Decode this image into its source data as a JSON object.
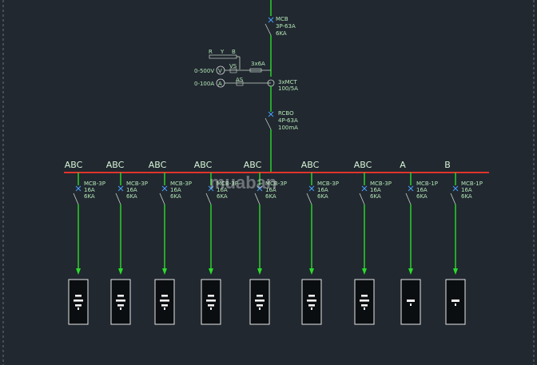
{
  "diagram": {
    "colors": {
      "background": "#212830",
      "wire": "#2bdc2b",
      "busbar": "#e0342c",
      "text": "#b4e6b4",
      "accent": "#4aa0ff"
    },
    "main_breaker": {
      "lines": [
        "MCB",
        "3P-63A",
        "6KA"
      ]
    },
    "phase_selector": {
      "letters": [
        "R",
        "Y",
        "B"
      ]
    },
    "voltmeter": {
      "range": "0-500V",
      "symbol": "V",
      "switch": "VS"
    },
    "fuse": {
      "label": "3x6A"
    },
    "ammeter": {
      "range": "0-100A",
      "symbol": "A",
      "switch": "AS"
    },
    "ct": {
      "lines": [
        "3xMCT",
        "100/5A"
      ]
    },
    "rcbo": {
      "lines": [
        "RCBO",
        "4P-63A",
        "100mA"
      ]
    },
    "watermark": "muaban",
    "feeders": [
      {
        "phase": "ABC",
        "lines": [
          "MCB-3P",
          "16A",
          "6KA"
        ],
        "bars": 3
      },
      {
        "phase": "ABC",
        "lines": [
          "MCB-3P",
          "16A",
          "6KA"
        ],
        "bars": 3
      },
      {
        "phase": "ABC",
        "lines": [
          "MCB-3P",
          "16A",
          "6KA"
        ],
        "bars": 3
      },
      {
        "phase": "ABC",
        "lines": [
          "MCB-3P",
          "16A",
          "6KA"
        ],
        "bars": 3
      },
      {
        "phase": "ABC",
        "lines": [
          "MCB-3P",
          "16A",
          "6KA"
        ],
        "bars": 3
      },
      {
        "phase": "ABC",
        "lines": [
          "MCB-3P",
          "16A",
          "6KA"
        ],
        "bars": 3
      },
      {
        "phase": "ABC",
        "lines": [
          "MCB-3P",
          "16A",
          "6KA"
        ],
        "bars": 3
      },
      {
        "phase": "A",
        "lines": [
          "MCB-1P",
          "16A",
          "6KA"
        ],
        "bars": 1
      },
      {
        "phase": "B",
        "lines": [
          "MCB-1P",
          "16A",
          "6KA"
        ],
        "bars": 1
      }
    ]
  }
}
